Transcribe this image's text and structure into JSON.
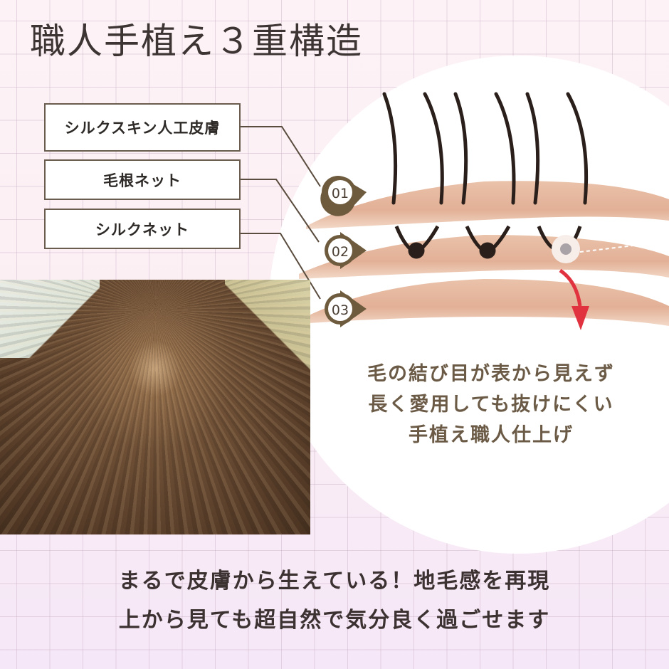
{
  "title": "職人手植え３重構造",
  "layers": [
    {
      "number": "01",
      "label": "シルクスキン人工皮膚"
    },
    {
      "number": "02",
      "label": "毛根ネット"
    },
    {
      "number": "03",
      "label": "シルクネット"
    }
  ],
  "caption": {
    "lines": [
      "毛の結び目が表から見えず",
      "長く愛用しても抜けにくい",
      "手植え職人仕上げ"
    ]
  },
  "bottom_text": {
    "lines": [
      "まるで皮膚から生えている！地毛感を再現",
      "上から見ても超自然で気分良く過ごせます"
    ]
  },
  "colors": {
    "accent_brown": "#6b5a45",
    "badge_brown": "#6e5b3e",
    "skin": "#e8b9a0",
    "arrow_red": "#e0323f",
    "background_pink": "#fbeef4",
    "background_lavender": "#f5e7f7"
  },
  "photo": {
    "alt": "top-of-head hair photo showing natural parting"
  }
}
